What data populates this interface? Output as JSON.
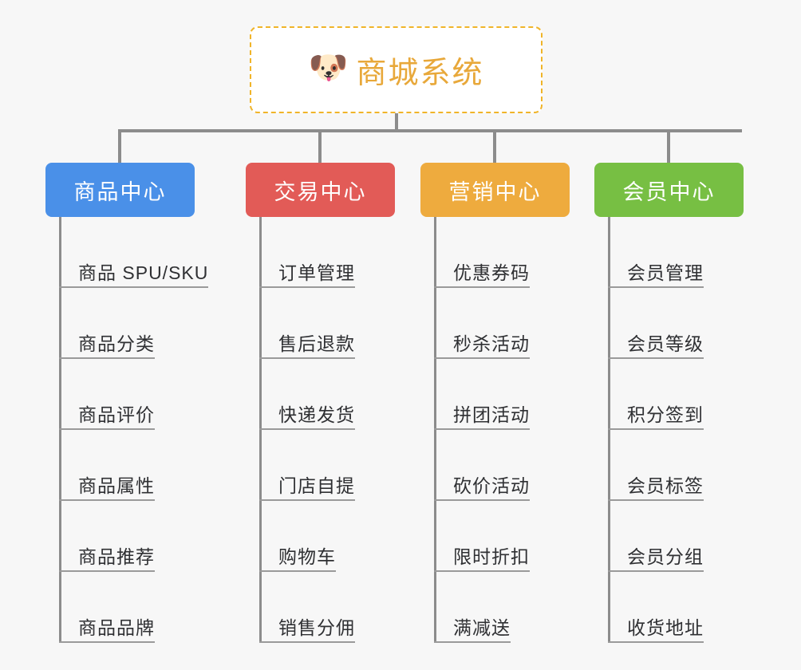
{
  "diagram": {
    "type": "mindmap",
    "background_color": "#f7f7f7",
    "root": {
      "icon": "shiba-dog-face-icon",
      "icon_glyph": "🐶",
      "title": "商城系统",
      "text_color": "#e8a83a",
      "border_color": "#f0b429",
      "border_style": "dashed",
      "fill_color": "#ffffff"
    },
    "connector_color": "#8c8c8c",
    "branches": [
      {
        "label": "商品中心",
        "color": "#4a90e8",
        "items": [
          "商品 SPU/SKU",
          "商品分类",
          "商品评价",
          "商品属性",
          "商品推荐",
          "商品品牌"
        ]
      },
      {
        "label": "交易中心",
        "color": "#e25b57",
        "items": [
          "订单管理",
          "售后退款",
          "快递发货",
          "门店自提",
          "购物车",
          "销售分佣"
        ]
      },
      {
        "label": "营销中心",
        "color": "#eeab3e",
        "items": [
          "优惠券码",
          "秒杀活动",
          "拼团活动",
          "砍价活动",
          "限时折扣",
          "满减送"
        ]
      },
      {
        "label": "会员中心",
        "color": "#77bf43",
        "items": [
          "会员管理",
          "会员等级",
          "积分签到",
          "会员标签",
          "会员分组",
          "收货地址"
        ]
      }
    ]
  }
}
